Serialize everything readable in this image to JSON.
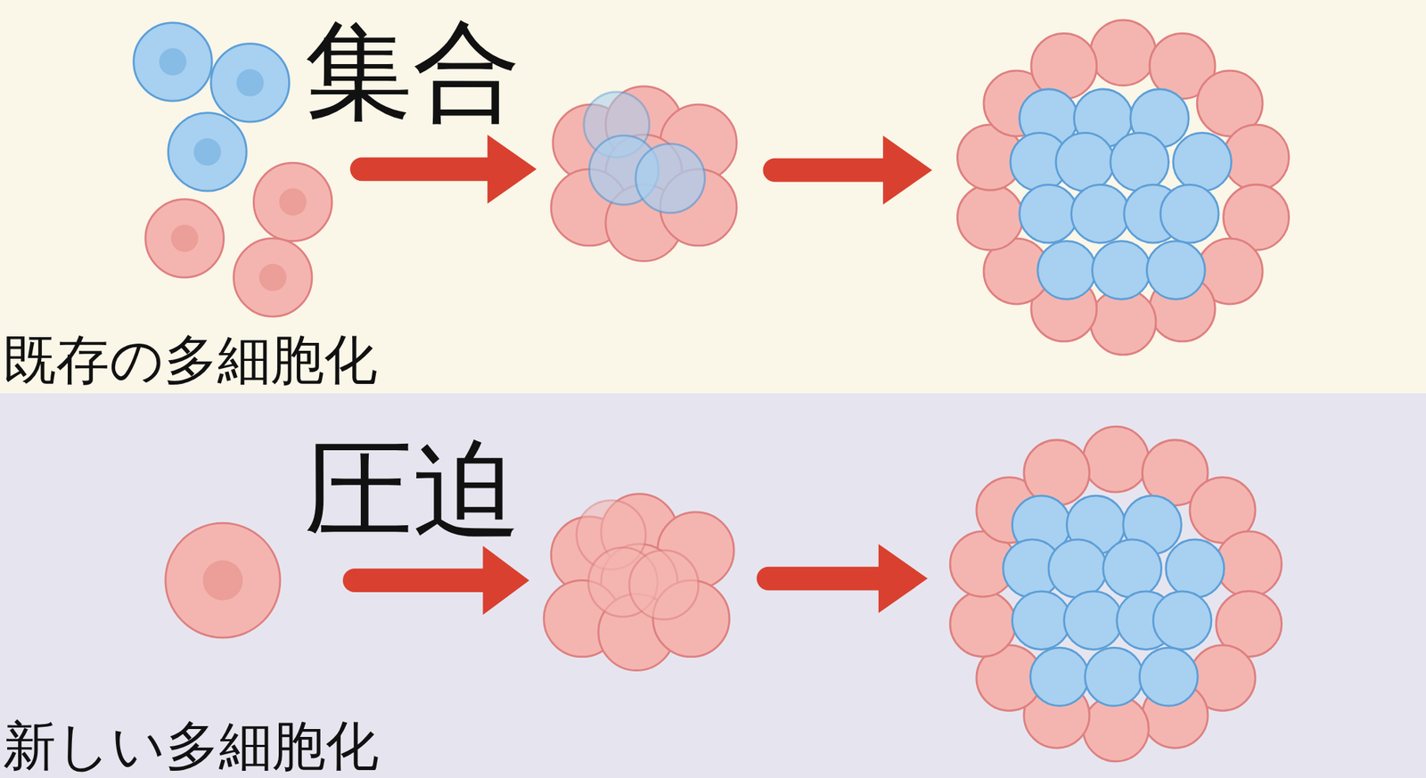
{
  "diagram": {
    "nodes": [
      {
        "text": [
          "集合",
          "既存の多細胞化"
        ]
      },
      {
        "text": [
          "圧迫",
          "新しい多細胞化"
        ]
      }
    ]
  }
}
